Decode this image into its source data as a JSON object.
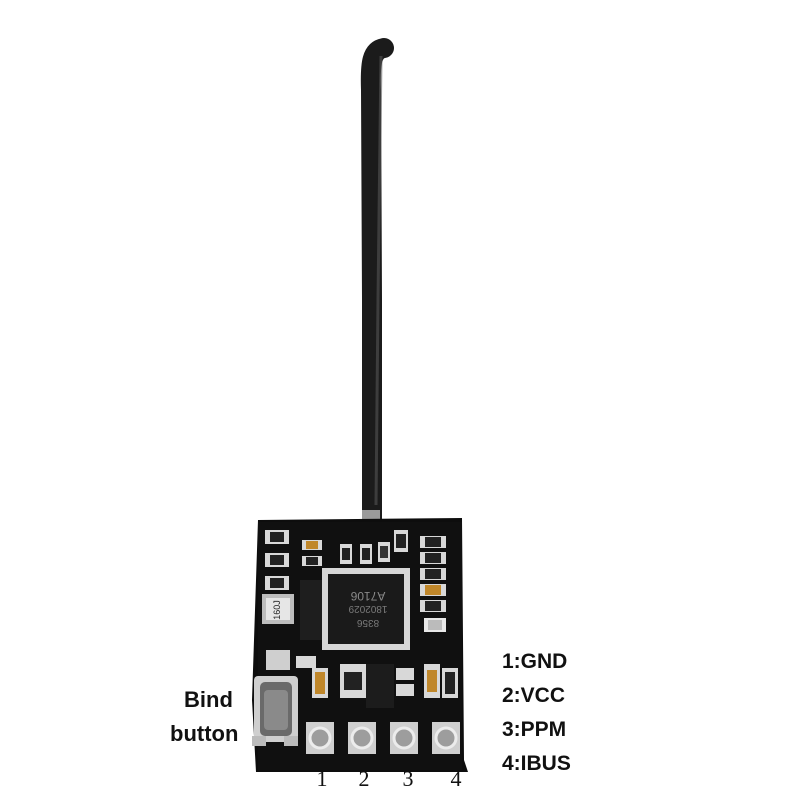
{
  "labels": {
    "bind_line1": "Bind",
    "bind_line2": "button",
    "pin_numbers": [
      "1",
      "2",
      "3",
      "4"
    ],
    "pinout": [
      "1:GND",
      "2:VCC",
      "3:PPM",
      "4:IBUS"
    ]
  },
  "chip": {
    "line1": "A7106",
    "line2": "1802029",
    "line3": "8356"
  },
  "crystal_marking": "160J",
  "colors": {
    "background": "#ffffff",
    "pcb": "#0e0e0e",
    "antenna": "#1a1a1a",
    "solder": "#c9c9c9",
    "text": "#111111"
  }
}
